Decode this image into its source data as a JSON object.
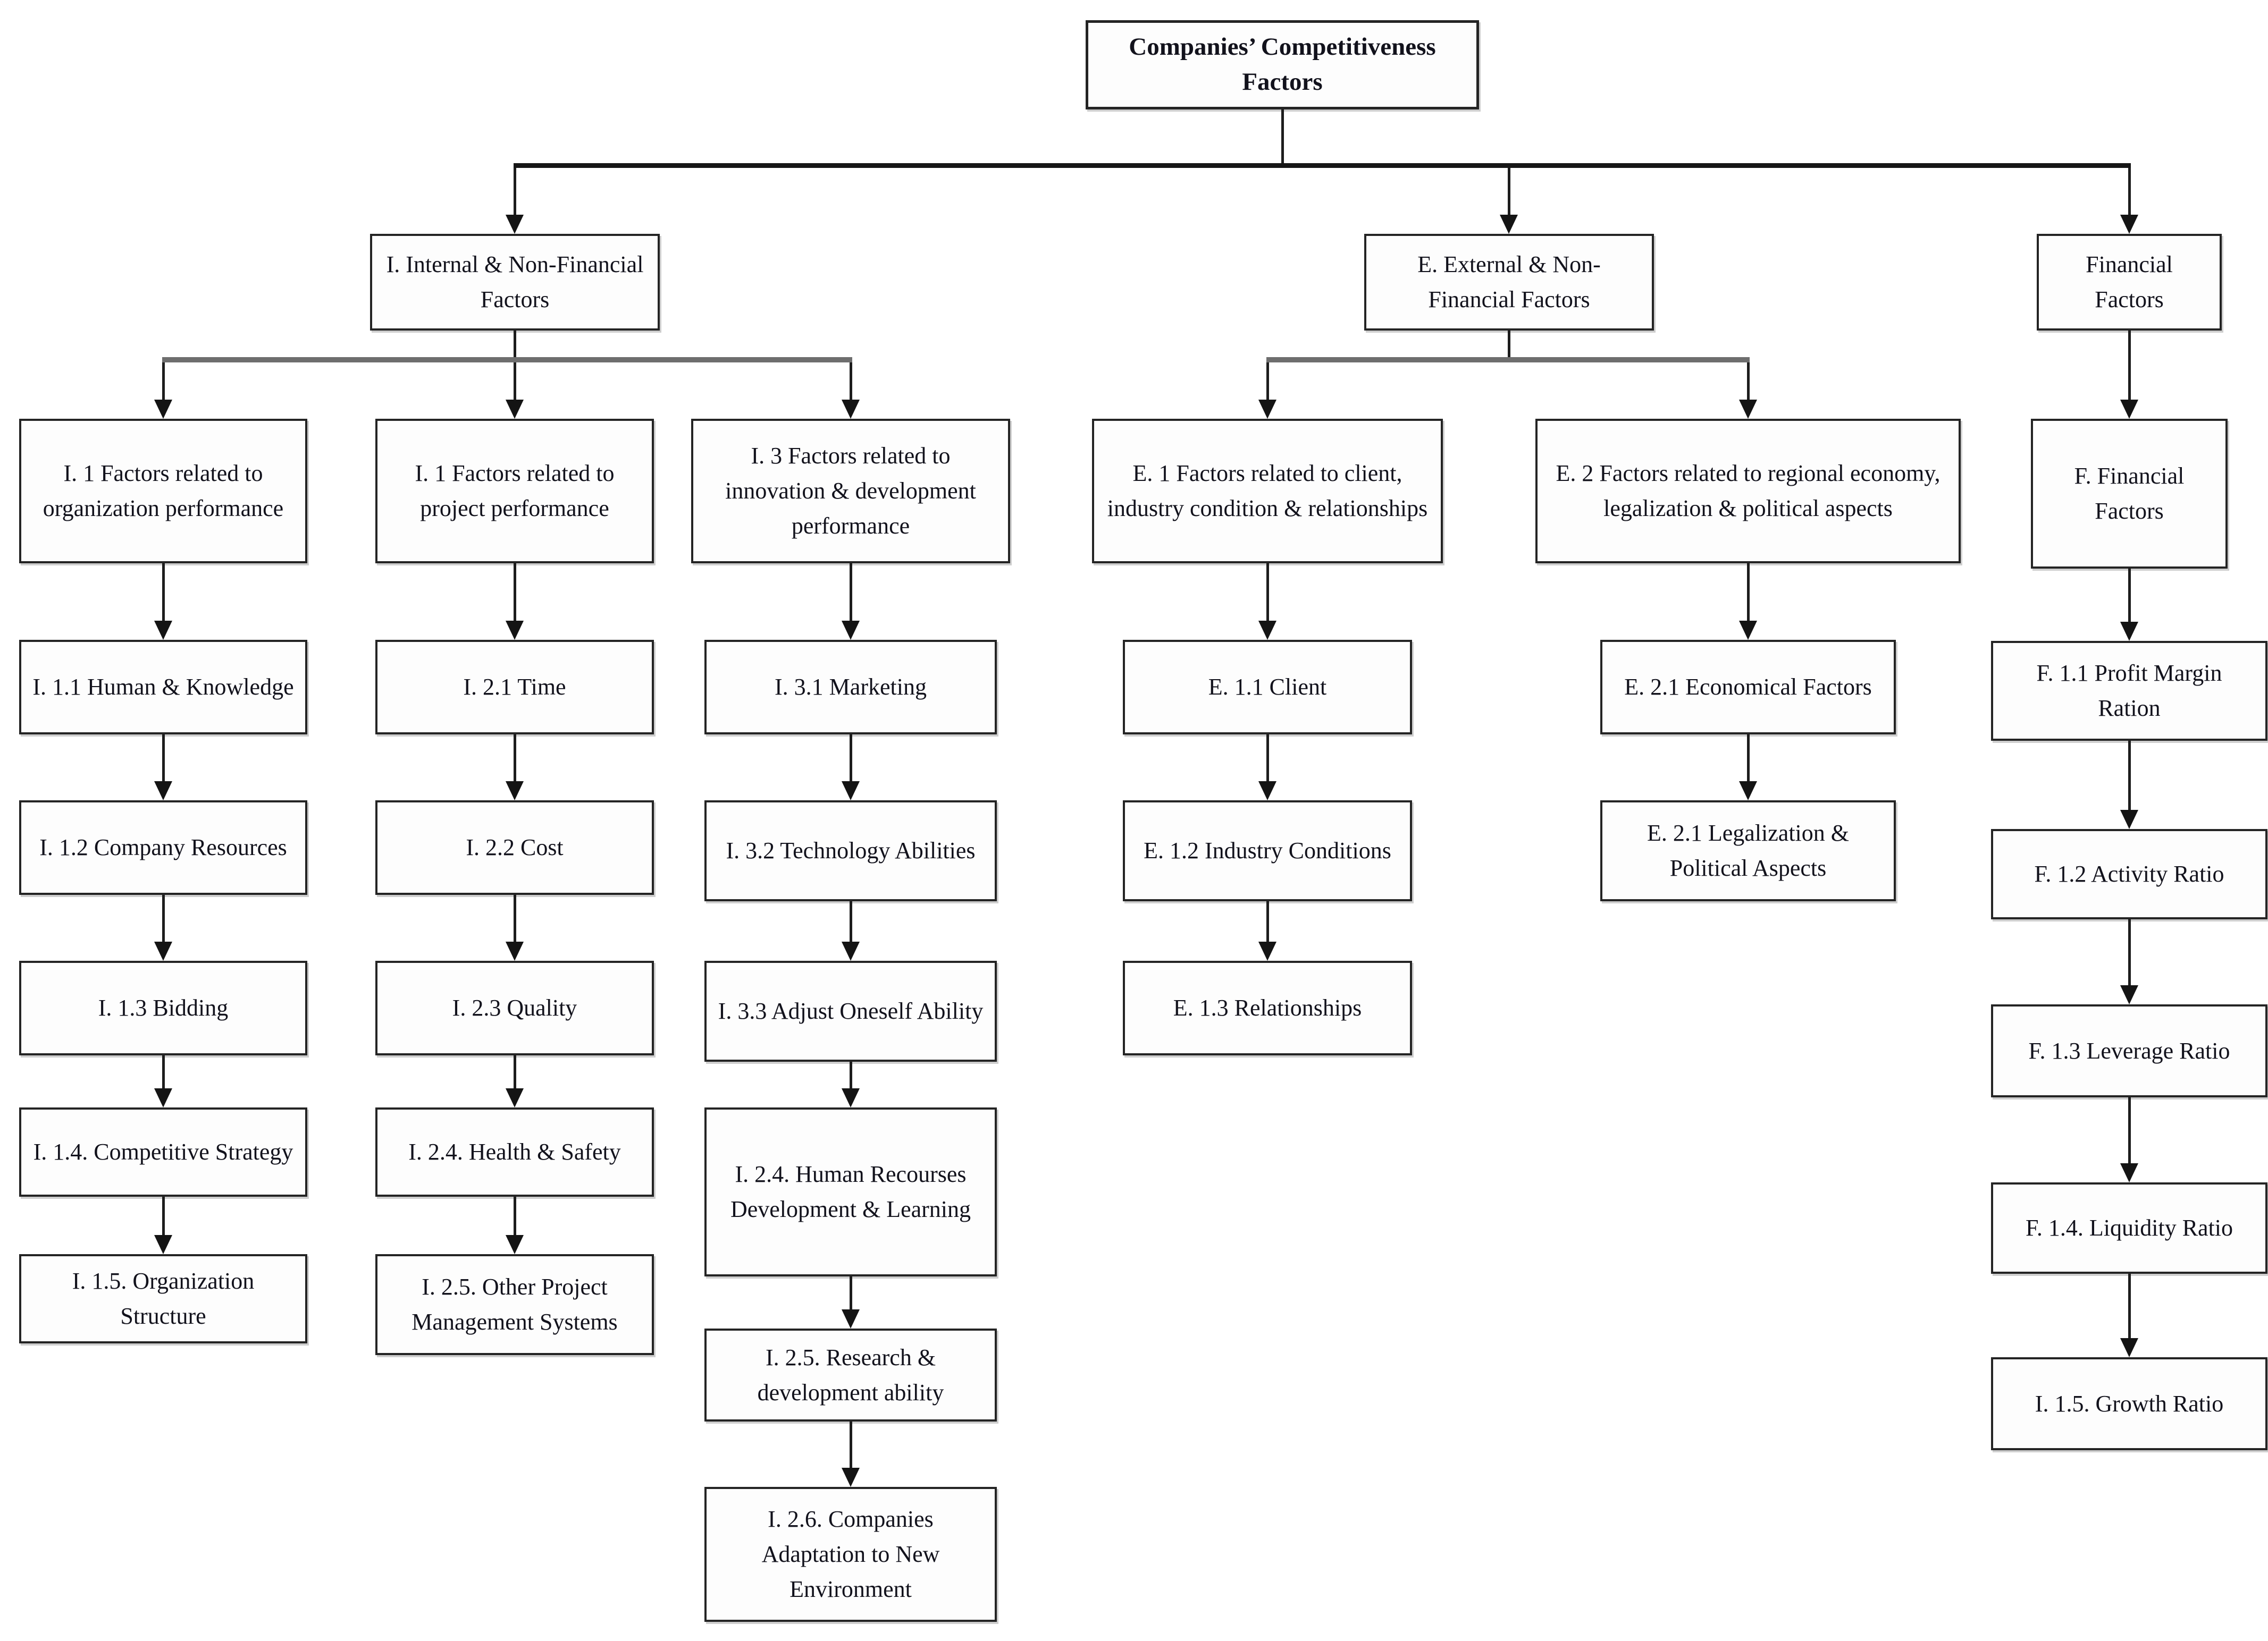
{
  "figure_title": "Companies’ Competitiveness Factors",
  "nodes": {
    "root": "Companies’ Competitiveness Factors",
    "internal": "I. Internal & Non-Financial Factors",
    "external": "E. External & Non-Financial Factors",
    "financial": "Financial Factors",
    "i1": "I. 1 Factors related to organization performance",
    "i1_1": "I. 1.1 Human & Knowledge",
    "i1_2": "I. 1.2 Company Resources",
    "i1_3": "I. 1.3 Bidding",
    "i1_4": "I. 1.4. Competitive Strategy",
    "i1_5": "I. 1.5. Organization Structure",
    "i2": "I. 1 Factors related to project performance",
    "i2_1": "I. 2.1 Time",
    "i2_2": "I. 2.2 Cost",
    "i2_3": "I. 2.3 Quality",
    "i2_4": "I. 2.4. Health & Safety",
    "i2_5": "I. 2.5. Other Project Management Systems",
    "i3": "I. 3 Factors related to innovation & development performance",
    "i3_1": "I. 3.1 Marketing",
    "i3_2": "I. 3.2 Technology Abilities",
    "i3_3": "I. 3.3 Adjust Oneself Ability",
    "i3_4": "I. 2.4. Human Recourses Development & Learning",
    "i3_5": "I. 2.5. Research & development ability",
    "i3_6": "I. 2.6. Companies Adaptation to New Environment",
    "e1": "E. 1 Factors related to client, industry condition & relationships",
    "e1_1": "E. 1.1 Client",
    "e1_2": "E. 1.2 Industry Conditions",
    "e1_3": "E. 1.3 Relationships",
    "e2": "E. 2 Factors related to regional economy, legalization & political aspects",
    "e2_1": "E. 2.1 Economical Factors",
    "e2_2": "E. 2.1 Legalization & Political Aspects",
    "f": "F. Financial Factors",
    "f1_1": "F. 1.1 Profit Margin Ration",
    "f1_2": "F. 1.2 Activity Ratio",
    "f1_3": "F. 1.3 Leverage Ratio",
    "f1_4": "F. 1.4. Liquidity Ratio",
    "f1_5": "I. 1.5. Growth Ratio"
  }
}
